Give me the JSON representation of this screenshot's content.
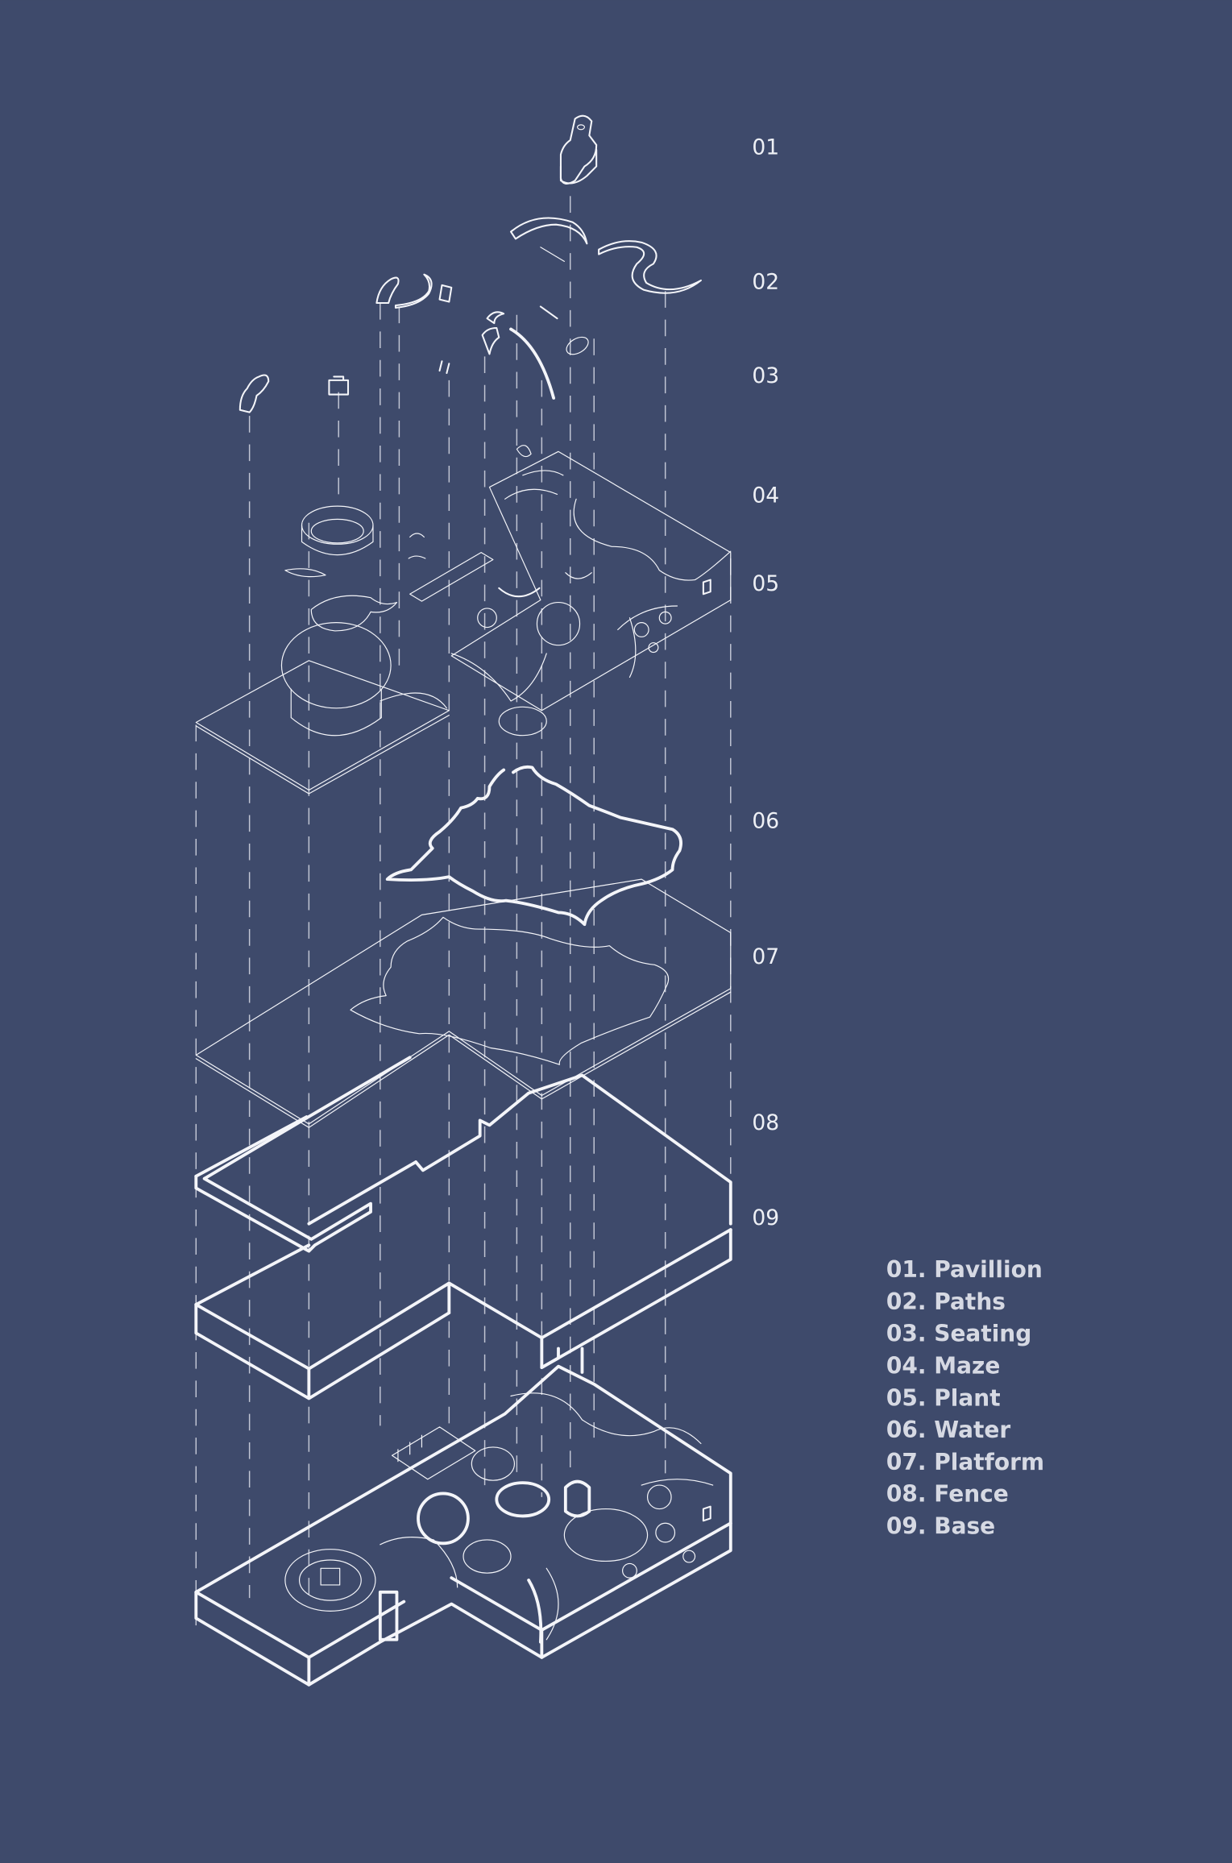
{
  "diagram": {
    "background_color": "#3e4a6b",
    "line_color": "#f4f5f9",
    "layer_labels": [
      "01",
      "02",
      "03",
      "04",
      "05",
      "06",
      "07",
      "08",
      "09"
    ],
    "legend": [
      "01. Pavillion",
      "02. Paths",
      "03. Seating",
      "04. Maze",
      "05. Plant",
      "06. Water",
      "07. Platform",
      "08. Fence",
      "09. Base"
    ]
  }
}
